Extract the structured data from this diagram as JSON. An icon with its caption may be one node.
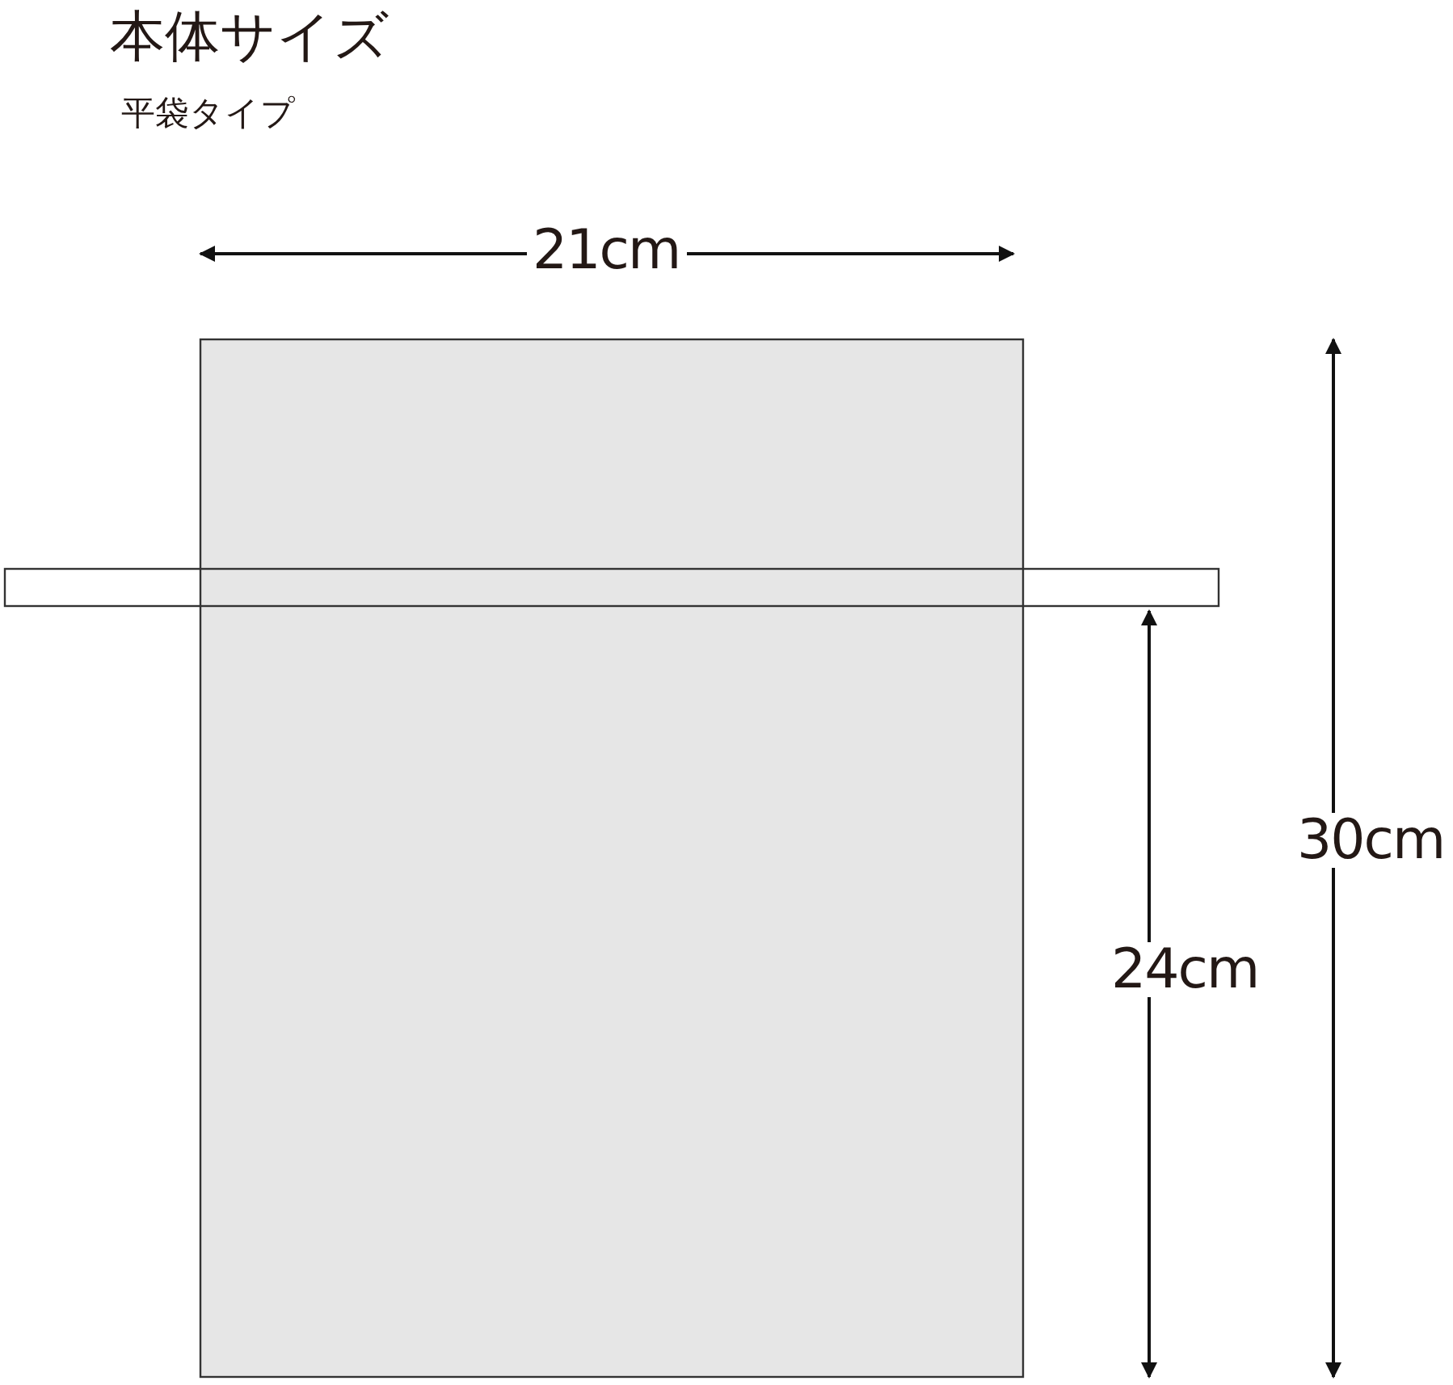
{
  "diagram": {
    "title": "本体サイズ",
    "labels": [
      "平袋タイプ",
      "21cm",
      "30cm",
      "24cm"
    ]
  }
}
